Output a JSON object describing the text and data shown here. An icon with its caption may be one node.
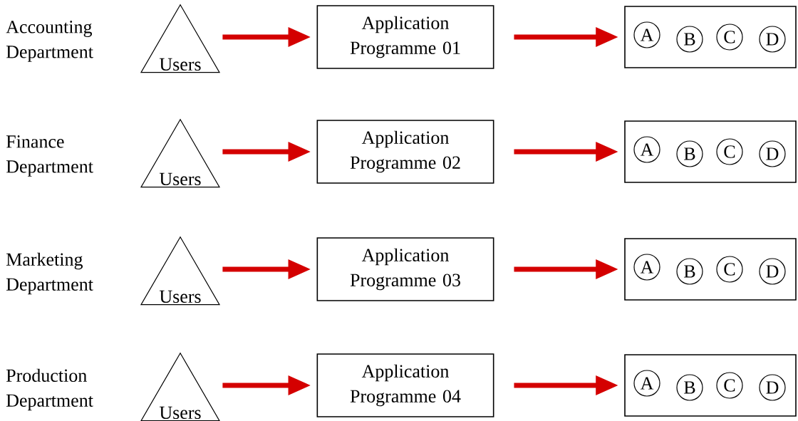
{
  "diagram": {
    "nodes": [
      {
        "text": [
          "Users"
        ]
      },
      {
        "text": [
          "Application Programme 01"
        ]
      },
      {
        "text": [],
        "shape": "box"
      },
      {
        "text": [
          "A"
        ],
        "in": 2
      },
      {
        "text": [
          "B"
        ],
        "in": 2
      },
      {
        "text": [
          "C"
        ],
        "in": 2
      },
      {
        "text": [
          "D"
        ],
        "in": 2
      },
      {
        "text": [
          "Users"
        ]
      },
      {
        "text": [
          "Application Programme 02"
        ]
      },
      {
        "text": [],
        "shape": "box"
      },
      {
        "text": [
          "A"
        ],
        "in": 9
      },
      {
        "text": [
          "B"
        ],
        "in": 9
      },
      {
        "text": [
          "C"
        ],
        "in": 9
      },
      {
        "text": [
          "D"
        ],
        "in": 9
      },
      {
        "text": [
          "Users"
        ]
      },
      {
        "text": [
          "Application Programme 03"
        ]
      },
      {
        "text": [],
        "shape": "box"
      },
      {
        "text": [
          "A"
        ],
        "in": 16
      },
      {
        "text": [
          "B"
        ],
        "in": 16
      },
      {
        "text": [
          "C"
        ],
        "in": 16
      },
      {
        "text": [
          "D"
        ],
        "in": 16
      },
      {
        "text": [
          "Users"
        ]
      },
      {
        "text": [
          "Application Programme 04"
        ]
      },
      {
        "text": [],
        "shape": "box"
      },
      {
        "text": [
          "A"
        ],
        "in": 23
      },
      {
        "text": [
          "B"
        ],
        "in": 23
      },
      {
        "text": [
          "C"
        ],
        "in": 23
      },
      {
        "text": [
          "D"
        ],
        "in": 23
      }
    ],
    "edges": [
      {
        "from": 0,
        "to": 1,
        "arrow": "to"
      },
      {
        "from": 1,
        "to": 2,
        "arrow": "to"
      },
      {
        "from": 7,
        "to": 8,
        "arrow": "to"
      },
      {
        "from": 8,
        "to": 9,
        "arrow": "to"
      },
      {
        "from": 14,
        "to": 15,
        "arrow": "to"
      },
      {
        "from": 15,
        "to": 16,
        "arrow": "to"
      },
      {
        "from": 21,
        "to": 22,
        "arrow": "to"
      },
      {
        "from": 22,
        "to": 23,
        "arrow": "to"
      }
    ],
    "labels": [
      "Accounting Department",
      "Finance Department",
      "Marketing Department",
      "Production Department"
    ]
  }
}
